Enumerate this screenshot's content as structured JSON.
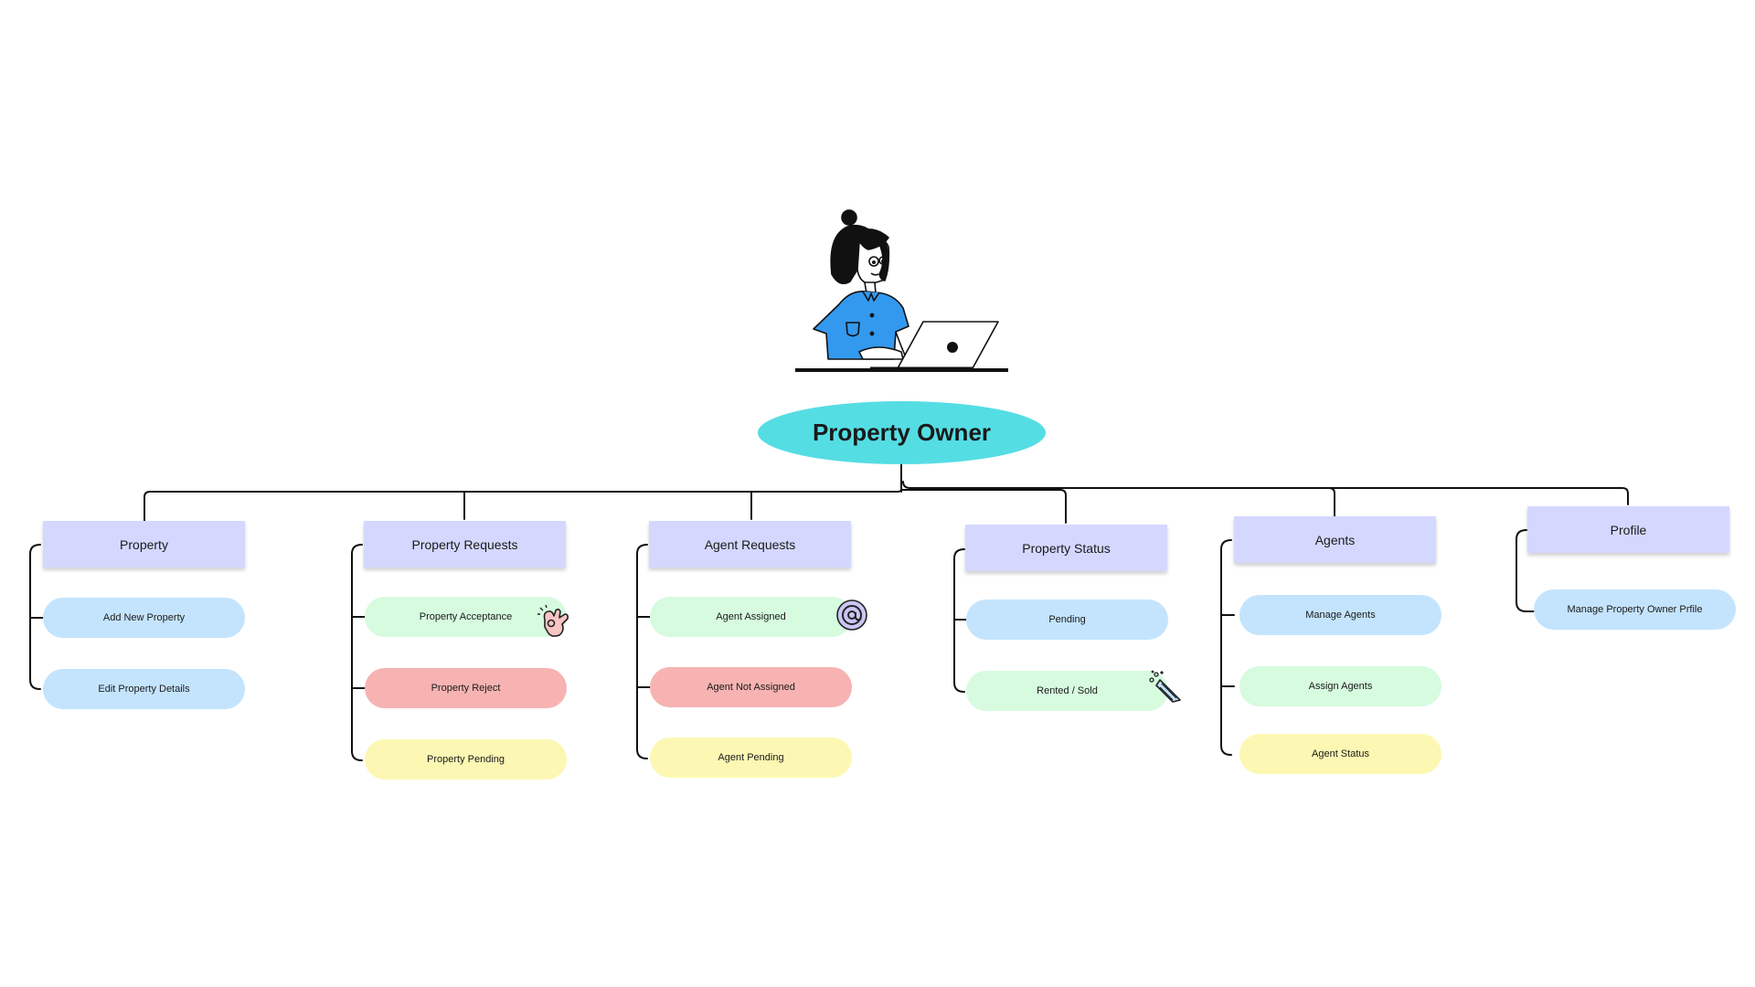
{
  "root": {
    "label": "Property Owner",
    "color": "#55dde4"
  },
  "colors": {
    "header": "#d4d8ff",
    "blue": "#c4e4fd",
    "green": "#d6fbdf",
    "red": "#f6b3b2",
    "yellow": "#fcf8b3"
  },
  "branches": [
    {
      "label": "Property",
      "items": [
        {
          "label": "Add New Property",
          "color": "blue"
        },
        {
          "label": "Edit Property Details",
          "color": "blue"
        }
      ]
    },
    {
      "label": "Property Requests",
      "items": [
        {
          "label": "Property Acceptance",
          "color": "green",
          "icon": "ok-hand-icon"
        },
        {
          "label": "Property Reject",
          "color": "red"
        },
        {
          "label": "Property Pending",
          "color": "yellow"
        }
      ]
    },
    {
      "label": "Agent Requests",
      "items": [
        {
          "label": "Agent Assigned",
          "color": "green",
          "icon": "at-sign-icon"
        },
        {
          "label": "Agent Not Assigned",
          "color": "red"
        },
        {
          "label": "Agent Pending",
          "color": "yellow"
        }
      ]
    },
    {
      "label": "Property Status",
      "items": [
        {
          "label": "Pending",
          "color": "blue"
        },
        {
          "label": "Rented / Sold",
          "color": "green",
          "icon": "party-popper-icon"
        }
      ]
    },
    {
      "label": "Agents",
      "items": [
        {
          "label": "Manage Agents",
          "color": "blue"
        },
        {
          "label": "Assign Agents",
          "color": "green"
        },
        {
          "label": "Agent Status",
          "color": "yellow"
        }
      ]
    },
    {
      "label": "Profile",
      "items": [
        {
          "label": "Manage Property Owner Prfile",
          "color": "blue"
        }
      ]
    }
  ],
  "illustration": {
    "icon": "woman-with-laptop-icon"
  }
}
